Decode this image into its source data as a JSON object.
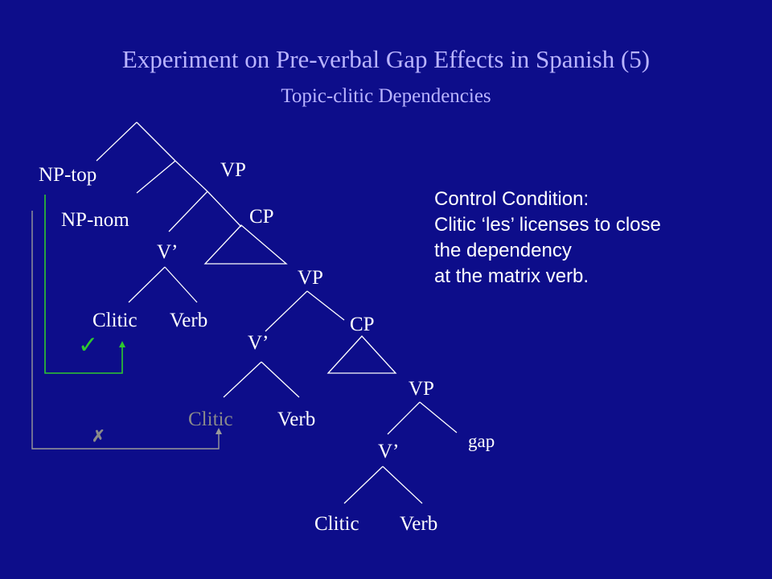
{
  "title": "Experiment on Pre-verbal Gap Effects in Spanish (5)",
  "subtitle": "Topic-clitic Dependencies",
  "tree_labels": {
    "np_top": "NP-top",
    "vp_1": "VP",
    "np_nom": "NP-nom",
    "cp_1": "CP",
    "v_bar_1": "V’",
    "clitic_1": "Clitic",
    "verb_1": "Verb",
    "vp_2": "VP",
    "cp_2": "CP",
    "v_bar_2": "V’",
    "clitic_2": "Clitic",
    "verb_2": "Verb",
    "vp_3": "VP",
    "v_bar_3": "V’",
    "gap": "gap",
    "clitic_3": "Clitic",
    "verb_3": "Verb"
  },
  "note": {
    "line1": "Control Condition:",
    "line2": "Clitic ‘les’ licenses to close",
    "line3": "the dependency",
    "line4": "at the matrix verb."
  },
  "marks": {
    "check": "✓",
    "cross": "✗"
  },
  "colors": {
    "background": "#0d0d8a",
    "title": "#b9b4ff",
    "success_path": "#2ec92e",
    "failed_path": "#8a8a8a",
    "text": "#ffffff"
  }
}
